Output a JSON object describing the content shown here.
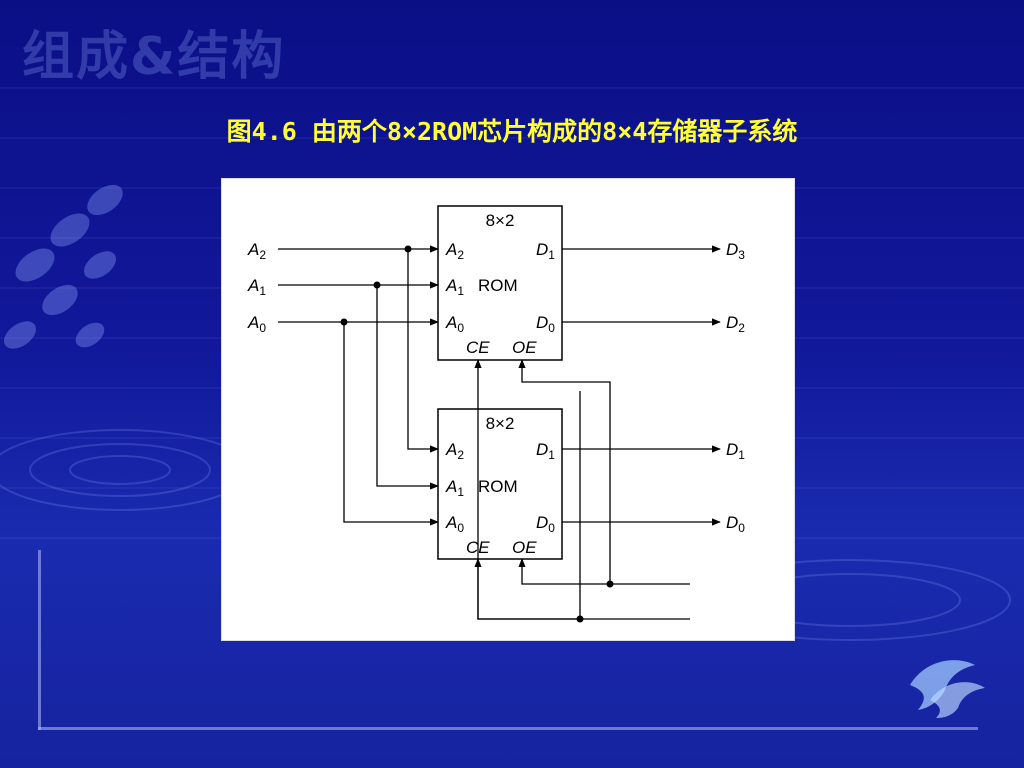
{
  "watermark": "组成&结构",
  "title": "图4.6 由两个8×2ROM芯片构成的8×4存储器子系统",
  "diagram": {
    "chip_top": {
      "size": "8×2",
      "type": "ROM",
      "a2": "A",
      "a2_sub": "2",
      "a1": "A",
      "a1_sub": "1",
      "a0": "A",
      "a0_sub": "0",
      "d1": "D",
      "d1_sub": "1",
      "d0": "D",
      "d0_sub": "0",
      "ce": "CE",
      "oe": "OE"
    },
    "chip_bottom": {
      "size": "8×2",
      "type": "ROM",
      "a2": "A",
      "a2_sub": "2",
      "a1": "A",
      "a1_sub": "1",
      "a0": "A",
      "a0_sub": "0",
      "d1": "D",
      "d1_sub": "1",
      "d0": "D",
      "d0_sub": "0",
      "ce": "CE",
      "oe": "OE"
    },
    "inputs": [
      {
        "label": "A",
        "sub": "2"
      },
      {
        "label": "A",
        "sub": "1"
      },
      {
        "label": "A",
        "sub": "0"
      }
    ],
    "outputs": [
      {
        "label": "D",
        "sub": "3"
      },
      {
        "label": "D",
        "sub": "2"
      },
      {
        "label": "D",
        "sub": "1"
      },
      {
        "label": "D",
        "sub": "0"
      }
    ]
  },
  "colors": {
    "background": "#0b0f86",
    "title": "#ffff33",
    "figure_bg": "#ffffff",
    "ink": "#000000"
  }
}
